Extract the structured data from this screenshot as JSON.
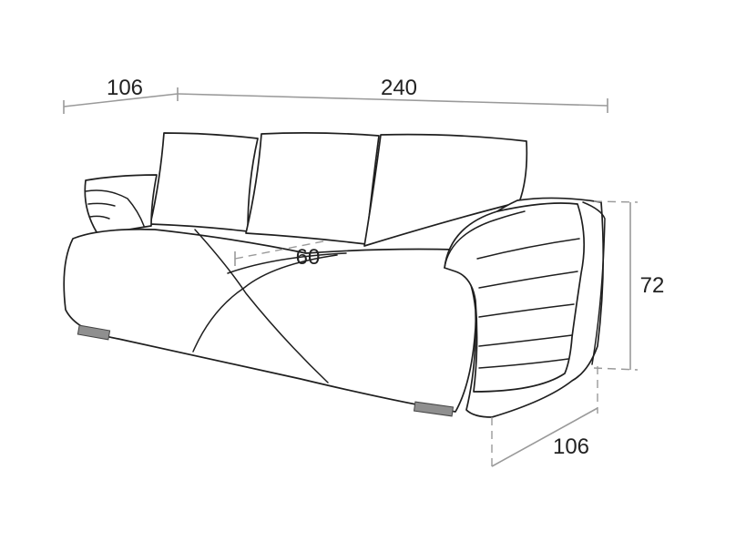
{
  "dimensions": {
    "depth_top": "106",
    "width": "240",
    "seat_depth": "60",
    "height": "72",
    "depth_bottom": "106"
  },
  "colors": {
    "outline": "#1f1f1f",
    "dimension_line": "#9a9a9a",
    "background": "#ffffff"
  }
}
